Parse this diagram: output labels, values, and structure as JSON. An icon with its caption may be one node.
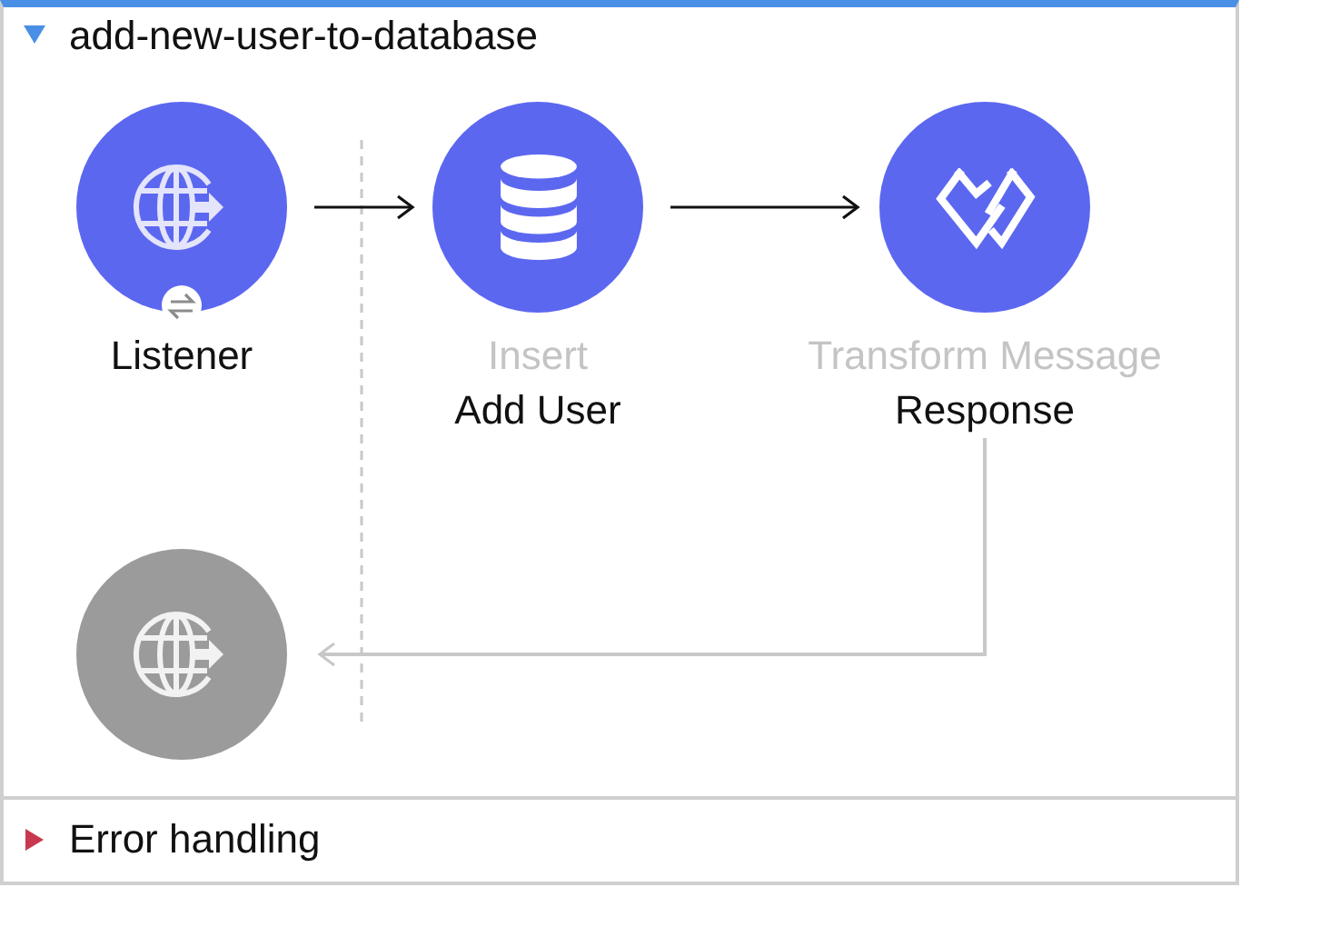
{
  "diagram": {
    "nodes": [
      {
        "text": [
          "add-new-user-to-database"
        ]
      },
      {
        "text": [
          "Listener"
        ],
        "in": 0
      },
      {
        "text": [
          "Insert",
          "Add User"
        ],
        "in": 0
      },
      {
        "text": [
          "Transform Message",
          "Response"
        ],
        "in": 0
      },
      {
        "text": [],
        "shape": "circle",
        "in": 0
      },
      {
        "text": [
          "Error handling"
        ],
        "in": 0
      }
    ],
    "edges": [
      {
        "from": 1,
        "to": 2,
        "arrow": "to"
      },
      {
        "from": 2,
        "to": 3,
        "arrow": "to"
      },
      {
        "from": 3,
        "to": 4,
        "arrow": "to",
        "color": "#c8c8c8"
      }
    ]
  }
}
